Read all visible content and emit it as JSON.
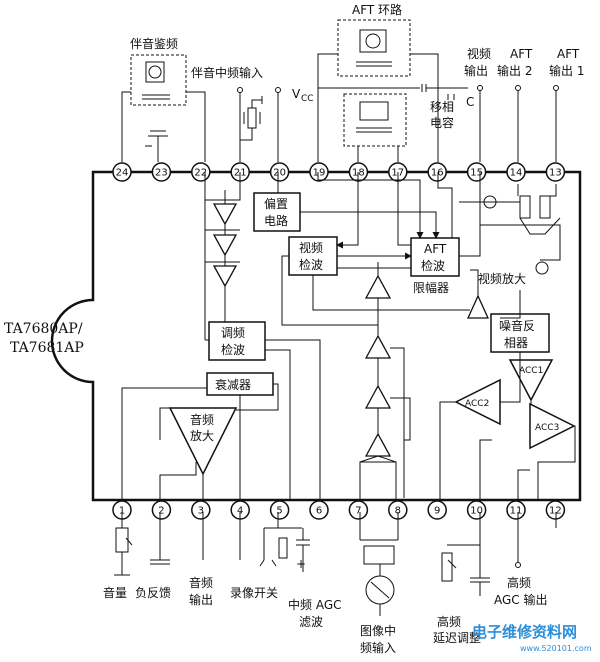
{
  "chip": {
    "line1": "TA7680AP/",
    "line2": "TA7681AP"
  },
  "top_labels": {
    "sound_detect": "伴音鉴频",
    "sound_if_input": "伴音中频输入",
    "vcc": "V",
    "vcc_sub": "CC",
    "aft_loop": "AFT 环路",
    "phase_cap_1": "移相",
    "phase_cap_2": "电容",
    "video_out_1": "视频",
    "video_out_2": "输出",
    "aft_out2_1": "AFT",
    "aft_out2_2": "输出 2",
    "aft_out1_1": "AFT",
    "aft_out1_2": "输出 1",
    "cap_c": "C"
  },
  "blocks": {
    "bias_1": "偏置",
    "bias_2": "电路",
    "video_det_1": "视频",
    "video_det_2": "检波",
    "aft_det_1": "AFT",
    "aft_det_2": "检波",
    "limiter": "限幅器",
    "video_amp": "视频放大",
    "fm_det_1": "调频",
    "fm_det_2": "检波",
    "attenuator": "衰减器",
    "audio_amp_1": "音频",
    "audio_amp_2": "放大",
    "noise_inv_1": "噪音反",
    "noise_inv_2": "相器",
    "acc1": "ACC1",
    "acc2": "ACC2",
    "acc3": "ACC3"
  },
  "top_pins": [
    "24",
    "23",
    "22",
    "21",
    "20",
    "19",
    "18",
    "17",
    "16",
    "15",
    "14",
    "13"
  ],
  "bottom_pins": [
    "1",
    "2",
    "3",
    "4",
    "5",
    "6",
    "7",
    "8",
    "9",
    "10",
    "11",
    "12"
  ],
  "bottom_labels": {
    "volume": "音量",
    "neg_feedback": "负反馈",
    "audio_out_1": "音频",
    "audio_out_2": "输出",
    "record_switch": "录像开关",
    "if_agc_1": "中频 AGC",
    "if_agc_2": "滤波",
    "image_if_1": "图像中",
    "image_if_2": "频输入",
    "rf_agc_delay_1": "高频",
    "rf_agc_delay_2": "延迟调整",
    "rf_agc_out_1": "高频",
    "rf_agc_out_2": "AGC 输出",
    "plus": "+"
  },
  "watermark": {
    "text": "电子维修资料网",
    "url": "www.520101.com"
  },
  "colors": {
    "ink": "#111111",
    "watermark": "#2e8fd8",
    "background": "#ffffff"
  }
}
